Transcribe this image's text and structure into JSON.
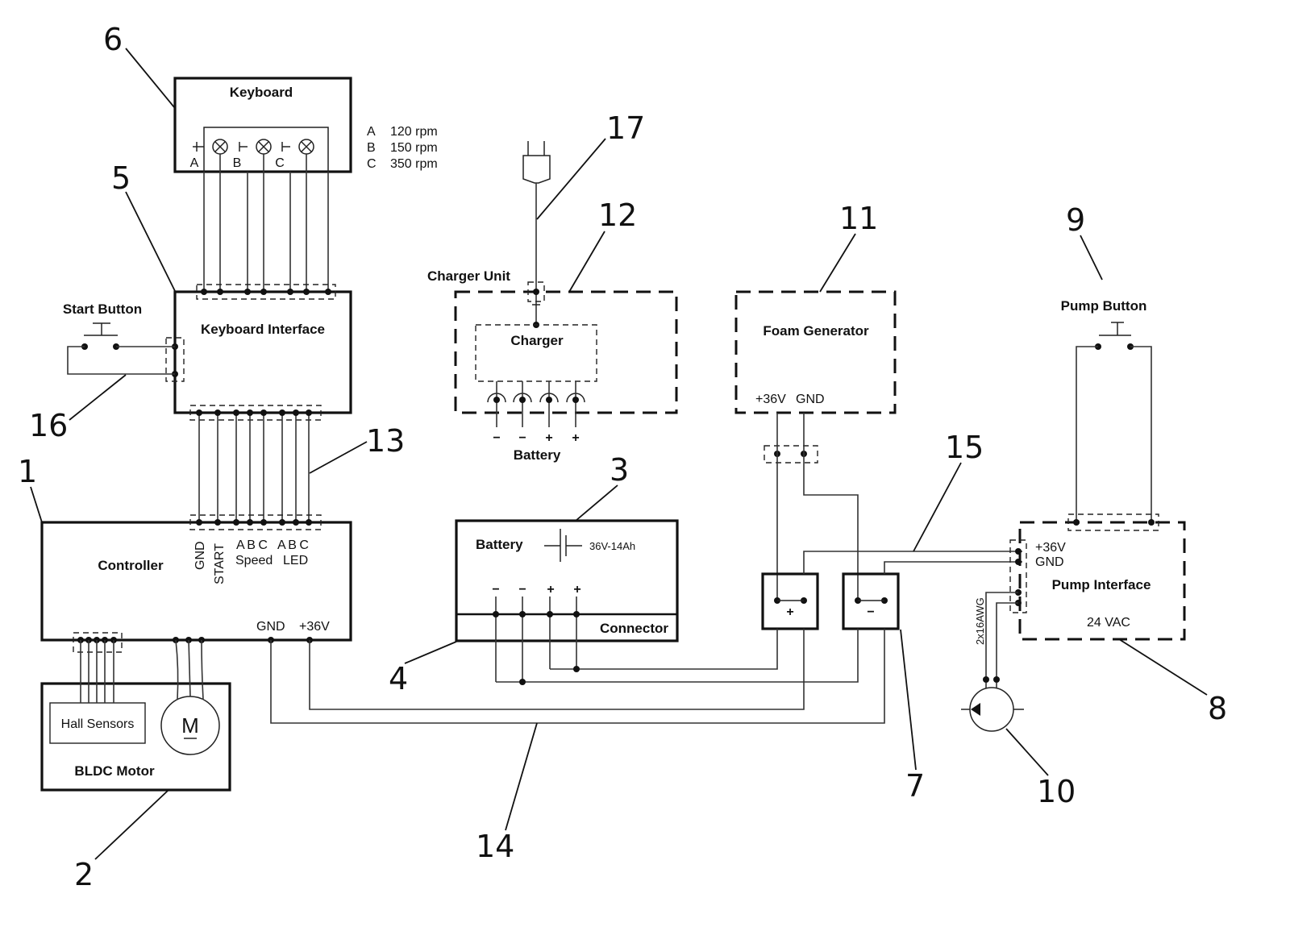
{
  "diagram": {
    "type": "electrical wiring schematic",
    "components": {
      "keyboard": {
        "title": "Keyboard",
        "switch_labels": [
          "A",
          "B",
          "C"
        ]
      },
      "speed_legend": [
        {
          "key": "A",
          "value": "120 rpm"
        },
        {
          "key": "B",
          "value": "150 rpm"
        },
        {
          "key": "C",
          "value": "350 rpm"
        }
      ],
      "keyboard_interface": {
        "title": "Keyboard Interface"
      },
      "start_button": {
        "title": "Start  Button"
      },
      "controller": {
        "title": "Controller",
        "pin_gnd": "GND",
        "pin_start": "START",
        "speed_letters": "A B C",
        "led_letters": "A B C",
        "speed_label": "Speed",
        "led_label": "LED",
        "power_gnd": "GND",
        "power_pos": "+36V"
      },
      "motor": {
        "title": "BLDC Motor",
        "hall": "Hall Sensors",
        "symbol": "M"
      },
      "charger_unit": {
        "title": "Charger Unit",
        "inner": "Charger",
        "battery_label": "Battery",
        "polarity": [
          "−",
          "−",
          "+",
          "+"
        ]
      },
      "battery": {
        "title": "Battery",
        "rating": "36V-14Ah",
        "polarity": [
          "−",
          "−",
          "+",
          "+"
        ],
        "connector": "Connector"
      },
      "foam_generator": {
        "title": "Foam Generator",
        "pos": "+36V",
        "gnd": "GND"
      },
      "junction_pos": {
        "symbol": "+"
      },
      "junction_neg": {
        "symbol": "−"
      },
      "pump_button": {
        "title": "Pump Button"
      },
      "pump_interface": {
        "title": "Pump Interface",
        "pos": "+36V",
        "gnd": "GND",
        "supply": "24 VAC"
      },
      "pump_cable": {
        "label": "2x16AWG"
      }
    },
    "reference_numerals": [
      "1",
      "2",
      "3",
      "4",
      "5",
      "6",
      "7",
      "8",
      "9",
      "10",
      "11",
      "12",
      "13",
      "14",
      "15",
      "16",
      "17"
    ]
  }
}
